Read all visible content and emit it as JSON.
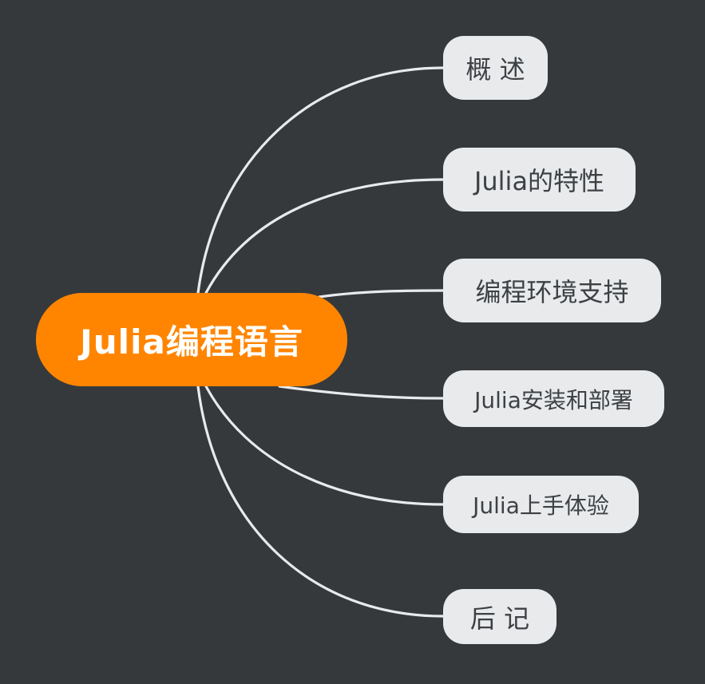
{
  "colors": {
    "background": "#36393c",
    "root_fill": "#ff8500",
    "root_text": "#ffffff",
    "child_fill": "#e8eaec",
    "child_text": "#3e4144",
    "edge": "#e8eaec"
  },
  "mindmap": {
    "root": {
      "label": "Julia编程语言"
    },
    "children": [
      {
        "label": "概 述"
      },
      {
        "label": "Julia的特性"
      },
      {
        "label": "编程环境支持"
      },
      {
        "label": "Julia安装和部署"
      },
      {
        "label": "Julia上手体验"
      },
      {
        "label": "后 记"
      }
    ]
  }
}
